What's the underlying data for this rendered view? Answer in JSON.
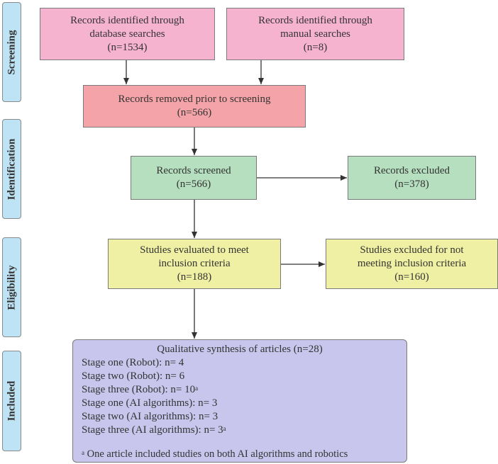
{
  "phases": {
    "screening": "Screening",
    "identification": "Identification",
    "eligibility": "Eligibility",
    "included": "Included"
  },
  "boxes": {
    "database": {
      "line1": "Records identified through",
      "line2": "database searches",
      "line3": "(n=1534)"
    },
    "manual": {
      "line1": "Records identified through",
      "line2": "manual searches",
      "line3": "(n=8)"
    },
    "removed": {
      "line1": "Records removed prior to screening",
      "line2": "(n=566)"
    },
    "screened": {
      "line1": "Records screened",
      "line2": "(n=566)"
    },
    "excluded": {
      "line1": "Records excluded",
      "line2": "(n=378)"
    },
    "evaluated": {
      "line1": "Studies evaluated to meet",
      "line2": "inclusion criteria",
      "line3": "(n=188)"
    },
    "excluded_criteria": {
      "line1": "Studies excluded for not",
      "line2": "meeting inclusion criteria",
      "line3": "(n=160)"
    }
  },
  "synthesis": {
    "title": "Qualitative synthesis of articles (n=28)",
    "items": [
      {
        "text": "Stage one (Robot): n= 4",
        "sup": ""
      },
      {
        "text": "Stage two (Robot): n= 6",
        "sup": ""
      },
      {
        "text": "Stage three (Robot): n= 10",
        "sup": "a"
      },
      {
        "text": "Stage one (AI algorithms): n= 3",
        "sup": ""
      },
      {
        "text": "Stage two (AI algorithms): n= 3",
        "sup": ""
      },
      {
        "text": "Stage three (AI algorithms): n= 3",
        "sup": "a"
      }
    ],
    "footnote_mark": "a",
    "footnote_text": " One article included studies on both AI algorithms and robotics"
  },
  "colors": {
    "phase": "#bde3f4",
    "identified": "#f6b3d0",
    "removed": "#f4a4a8",
    "screened": "#b5dfbf",
    "eligibility": "#eff0a4",
    "included": "#c8c6ec",
    "arrow": "#333333"
  }
}
